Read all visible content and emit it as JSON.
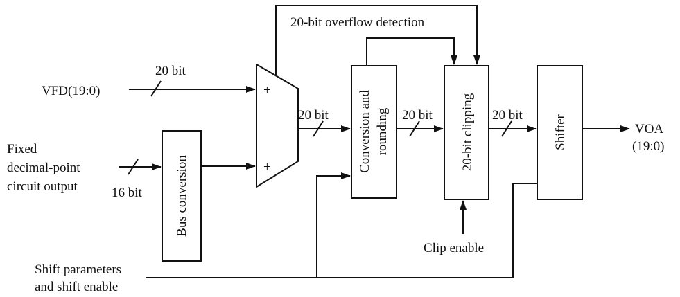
{
  "inputs": {
    "vfd": "VFD(19:0)",
    "fixed_line1": "Fixed",
    "fixed_line2": "decimal-point",
    "fixed_line3": "circuit output",
    "shift_line1": "Shift parameters",
    "shift_line2": "and shift enable",
    "clip_enable": "Clip enable"
  },
  "outputs": {
    "voa_line1": "VOA",
    "voa_line2": "(19:0)"
  },
  "blocks": {
    "bus_conversion": "Bus conversion",
    "conversion_line1": "Conversion and",
    "conversion_line2": "rounding",
    "clipping": "20-bit clipping",
    "shifter": "Shifter",
    "adder_plus": "+"
  },
  "bus_labels": {
    "vfd_width": "20 bit",
    "fixed_width": "16 bit",
    "adder_out_width": "20 bit",
    "conv_out_width": "20 bit",
    "clip_out_width": "20 bit"
  },
  "overflow": "20-bit overflow detection"
}
